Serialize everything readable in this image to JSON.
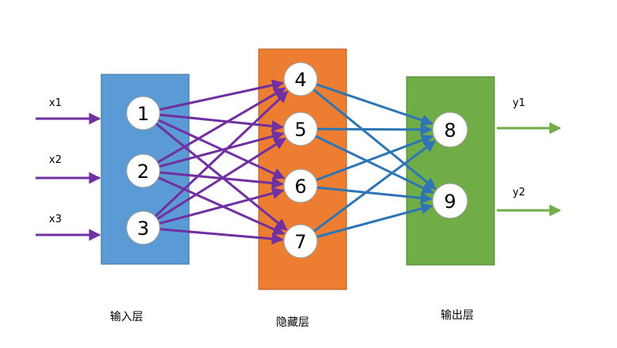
{
  "colors": {
    "input_box": "#5b9bd5",
    "hidden_box": "#ed7d31",
    "output_box": "#70ad47",
    "input_arrow": "#7030a0",
    "input_hidden_edge": "#7030a0",
    "hidden_output_edge": "#2e75b6",
    "output_arrow": "#70ad47",
    "node_fill": "#ffffff"
  },
  "layers": {
    "input": {
      "label": "输入层"
    },
    "hidden": {
      "label": "隐藏层"
    },
    "output": {
      "label": "输出层"
    }
  },
  "nodes": {
    "n1": "1",
    "n2": "2",
    "n3": "3",
    "n4": "4",
    "n5": "5",
    "n6": "6",
    "n7": "7",
    "n8": "8",
    "n9": "9"
  },
  "inputs": [
    "x1",
    "x2",
    "x3"
  ],
  "outputs": [
    "y1",
    "y2"
  ],
  "edges": [
    [
      "1",
      "4"
    ],
    [
      "1",
      "5"
    ],
    [
      "1",
      "6"
    ],
    [
      "1",
      "7"
    ],
    [
      "2",
      "4"
    ],
    [
      "2",
      "5"
    ],
    [
      "2",
      "6"
    ],
    [
      "2",
      "7"
    ],
    [
      "3",
      "4"
    ],
    [
      "3",
      "5"
    ],
    [
      "3",
      "6"
    ],
    [
      "3",
      "7"
    ],
    [
      "4",
      "8"
    ],
    [
      "4",
      "9"
    ],
    [
      "5",
      "8"
    ],
    [
      "5",
      "9"
    ],
    [
      "6",
      "8"
    ],
    [
      "6",
      "9"
    ],
    [
      "7",
      "8"
    ],
    [
      "7",
      "9"
    ]
  ]
}
